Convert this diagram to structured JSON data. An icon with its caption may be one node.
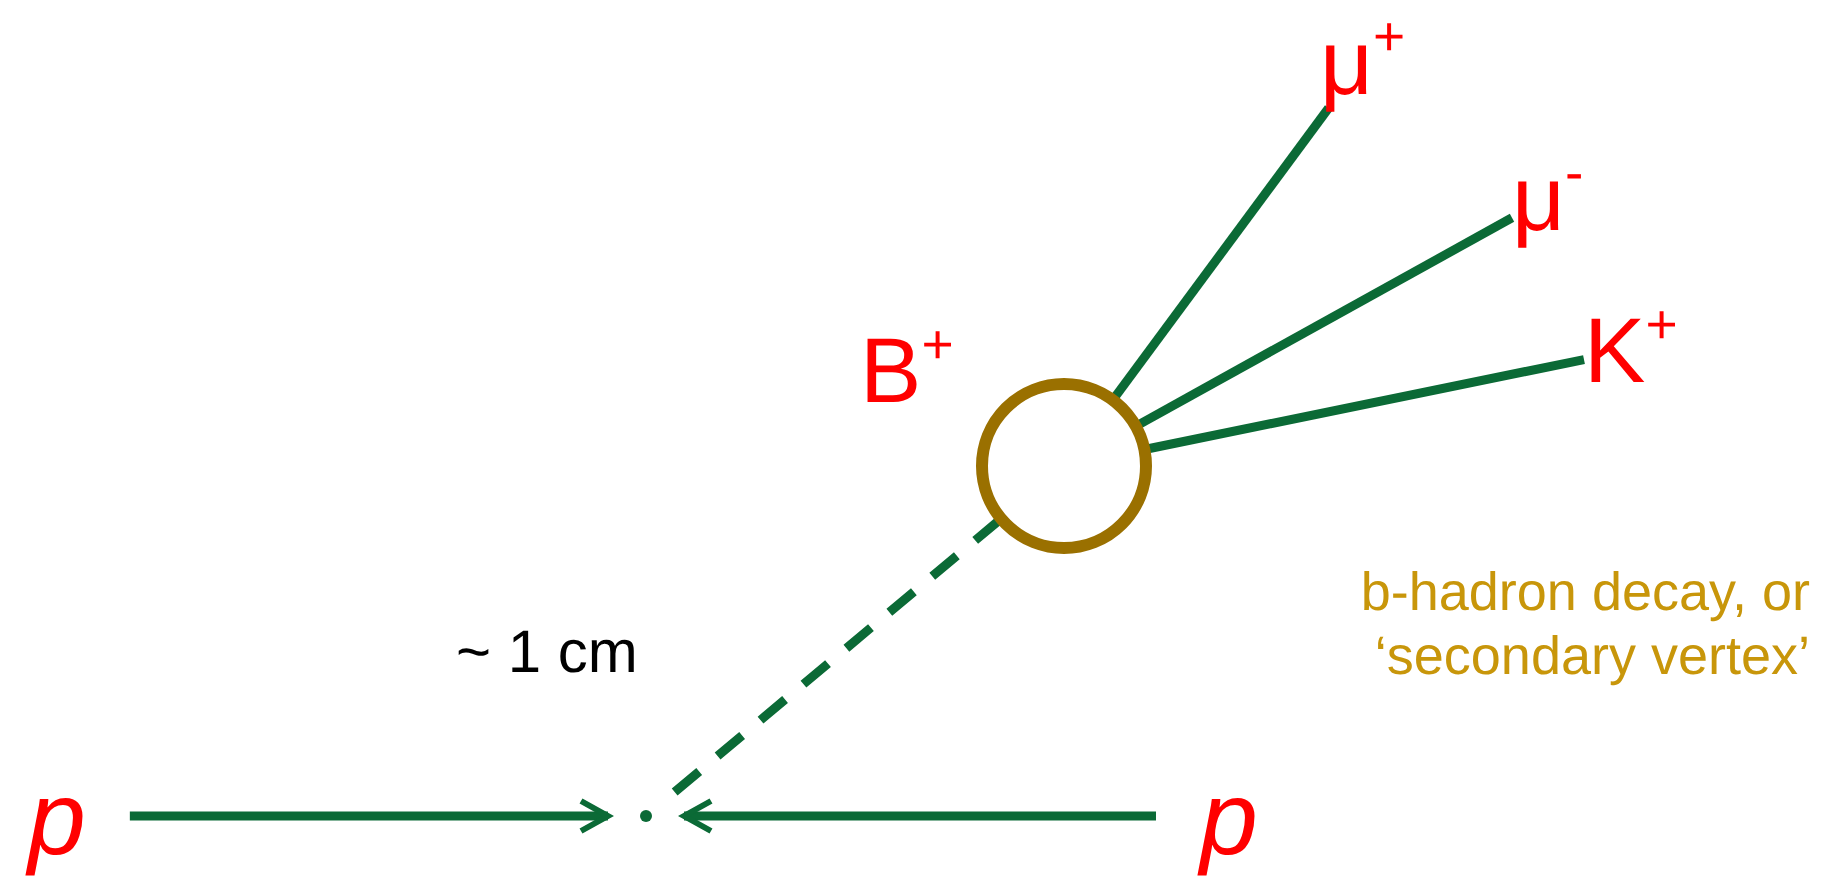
{
  "diagram": {
    "nodes": [
      {
        "text": [
          "p"
        ]
      },
      {
        "text": [
          "p"
        ]
      },
      {
        "text": [],
        "shape": "point"
      },
      {
        "text": [],
        "shape": "circle"
      },
      {
        "text": [
          "μ$^{+}$"
        ]
      },
      {
        "text": [
          "μ$^{-}$"
        ]
      },
      {
        "text": [
          "K$^{+}$"
        ]
      }
    ],
    "edges": [
      {
        "from": 0,
        "to": 2,
        "arrow": "to"
      },
      {
        "from": 1,
        "to": 2,
        "arrow": "to"
      },
      {
        "from": 2,
        "to": 3,
        "arrow": "none",
        "style": "dashed"
      },
      {
        "from": 3,
        "to": 4,
        "arrow": "none"
      },
      {
        "from": 3,
        "to": 5,
        "arrow": "none"
      },
      {
        "from": 3,
        "to": 6,
        "arrow": "none"
      }
    ],
    "labels": [
      "B$^{+}$",
      "b-hadron decay, or ‘secondary vertex’",
      "~ 1 cm"
    ]
  }
}
